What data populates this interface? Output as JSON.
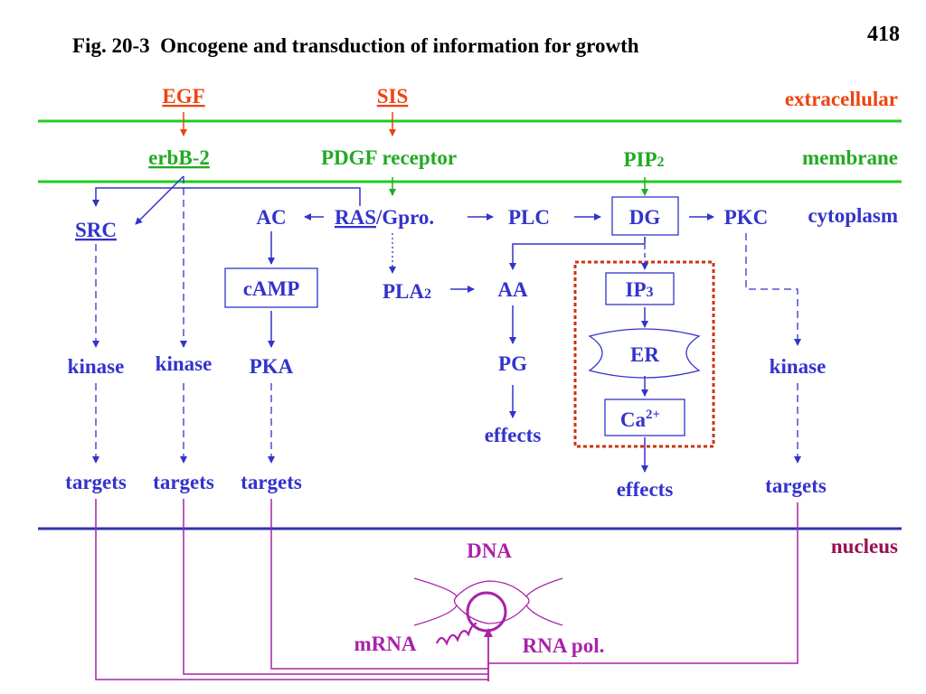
{
  "page_number": "418",
  "title": "Fig. 20-3  Oncogene and transduction of information for growth",
  "zones": {
    "extracellular": "extracellular",
    "membrane": "membrane",
    "cytoplasm": "cytoplasm",
    "nucleus": "nucleus"
  },
  "nodes": {
    "egf": "EGF",
    "sis": "SIS",
    "erbb2": "erbB-2",
    "pdgf_receptor": "PDGF receptor",
    "pip2": "PIP",
    "pip2_sub": "2",
    "src": "SRC",
    "ac": "AC",
    "ras": "RAS",
    "gpro": "/Gpro.",
    "plc": "PLC",
    "dg": "DG",
    "pkc": "PKC",
    "camp": "cAMP",
    "pla2": "PLA",
    "pla2_sub": "2",
    "aa": "AA",
    "ip3": "IP",
    "ip3_sub": "3",
    "er": "ER",
    "ca": "Ca",
    "ca_sup": "2+",
    "kinase_1": "kinase",
    "kinase_2": "kinase",
    "pka": "PKA",
    "pg": "PG",
    "kinase_3": "kinase",
    "effects_1": "effects",
    "effects_2": "effects",
    "targets_1": "targets",
    "targets_2": "targets",
    "targets_3": "targets",
    "targets_4": "targets",
    "dna": "DNA",
    "mrna": "mRNA",
    "rna_pol": "RNA pol."
  },
  "colors": {
    "blue": "#3333cc",
    "green": "#22aa22",
    "red": "#ee4411",
    "purple": "#aa22aa",
    "nucleus_line": "#3333aa",
    "box_highlight": "#cc3311"
  }
}
